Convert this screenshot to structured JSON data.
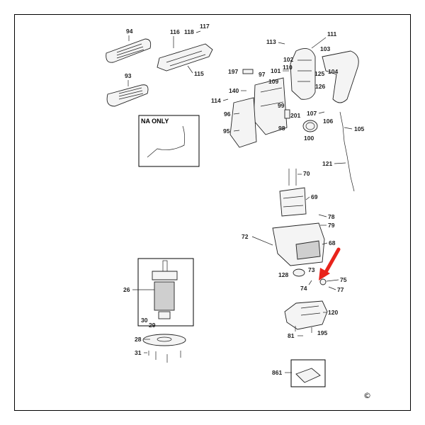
{
  "inset": {
    "title": "NA ONLY"
  },
  "copyright": "©",
  "arrow_color": "#e8231b",
  "labels": {
    "l94": "94",
    "l93": "93",
    "l116": "116",
    "l118": "118",
    "l117": "117",
    "l115": "115",
    "l113": "113",
    "l111": "111",
    "l103": "103",
    "l102": "102",
    "l101": "101",
    "l110": "110",
    "l104": "104",
    "l125": "125",
    "l197": "197",
    "l97": "97",
    "l109": "109",
    "l126": "126",
    "l140": "140",
    "l114": "114",
    "l99": "99",
    "l96": "96",
    "l201": "201",
    "l107": "107",
    "l106": "106",
    "l95": "95",
    "l98": "98",
    "l100": "100",
    "l105": "105",
    "l121": "121",
    "l70": "70",
    "l69": "69",
    "l78": "78",
    "l79": "79",
    "l72": "72",
    "l68": "68",
    "l73": "73",
    "l128": "128",
    "l75": "75",
    "l74": "74",
    "l77": "77",
    "l26": "26",
    "l30": "30",
    "l29": "29",
    "l120": "120",
    "l81": "81",
    "l195": "195",
    "l28": "28",
    "l31": "31",
    "l861": "861"
  }
}
